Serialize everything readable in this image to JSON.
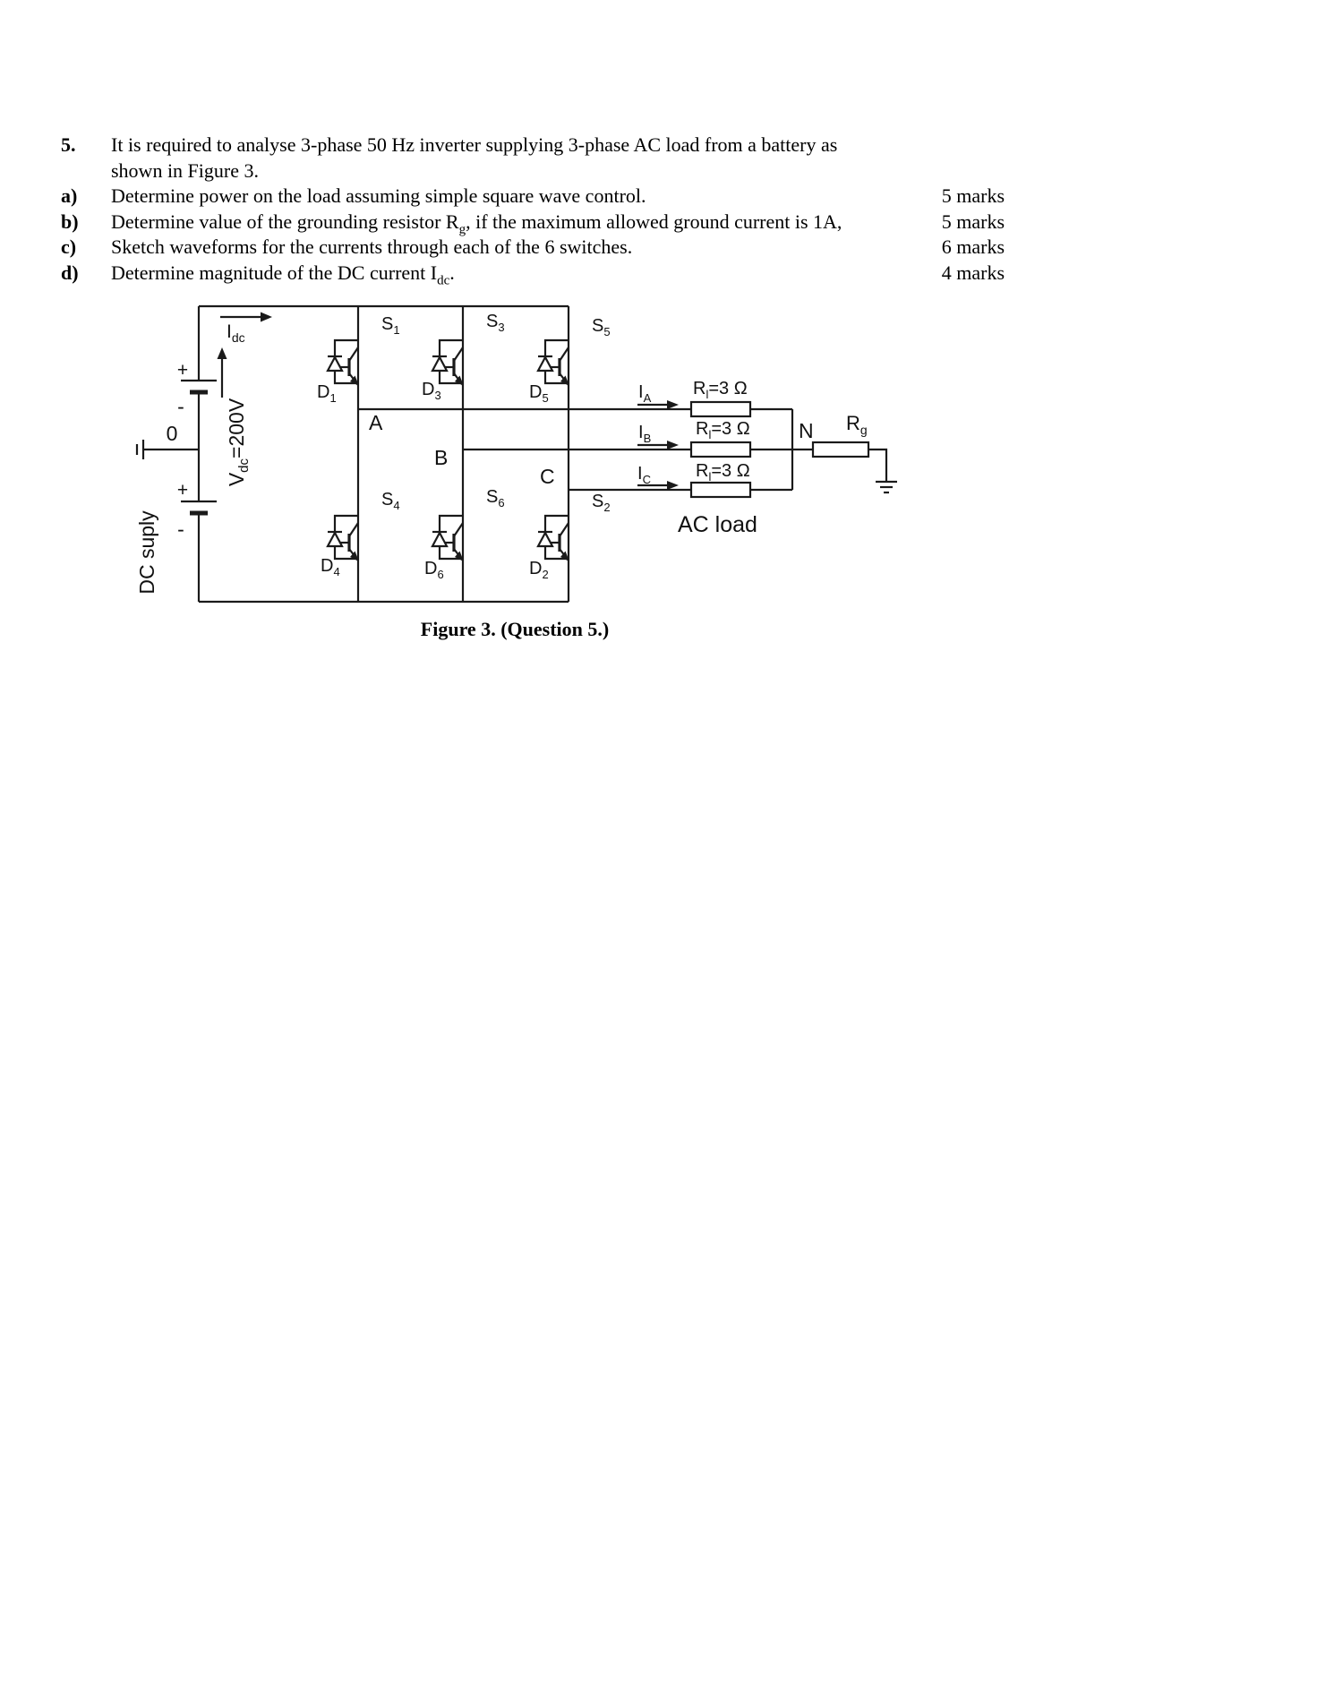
{
  "question": {
    "number": "5.",
    "intro": {
      "line1": "It is required to analyse 3-phase 50 Hz inverter supplying 3-phase AC load from a battery as",
      "line2": "shown in Figure 3."
    },
    "parts": [
      {
        "label": "a)",
        "before": "Determine power on the load assuming simple square wave control.",
        "sub": "",
        "after": "",
        "marks": "5 marks"
      },
      {
        "label": "b)",
        "before": "Determine value of the grounding resistor R",
        "sub": "g",
        "after": ", if the maximum allowed ground current is 1A,",
        "marks": "5 marks"
      },
      {
        "label": "c)",
        "before": "Sketch waveforms for the currents through each of the 6 switches.",
        "sub": "",
        "after": "",
        "marks": "6 marks"
      },
      {
        "label": "d)",
        "before": "Determine magnitude of the DC current I",
        "sub": "dc",
        "after": ".",
        "marks": "4 marks"
      }
    ]
  },
  "figure": {
    "caption": "Figure 3. (Question 5.)",
    "dc_supply_label": "DC suply",
    "zero_label": "0",
    "plus": "+",
    "minus": "-",
    "vdc": {
      "base": "V",
      "sub": "dc",
      "rest": "=200V"
    },
    "idc": {
      "base": "I",
      "sub": "dc"
    },
    "phase_a": "A",
    "phase_b": "B",
    "phase_c": "C",
    "neutral": "N",
    "ac_load": "AC load",
    "currents": {
      "ia": {
        "base": "I",
        "sub": "A"
      },
      "ib": {
        "base": "I",
        "sub": "B"
      },
      "ic": {
        "base": "I",
        "sub": "C"
      }
    },
    "load_resistors": {
      "a": {
        "base": "R",
        "sub": "l",
        "rest": "=3 Ω"
      },
      "b": {
        "base": "R",
        "sub": "l",
        "rest": "=3 Ω"
      },
      "c": {
        "base": "R",
        "sub": "l",
        "rest": "=3 Ω"
      }
    },
    "rg": {
      "base": "R",
      "sub": "g"
    },
    "switches": {
      "s1": {
        "base": "S",
        "sub": "1"
      },
      "s3": {
        "base": "S",
        "sub": "3"
      },
      "s5": {
        "base": "S",
        "sub": "5"
      },
      "s4": {
        "base": "S",
        "sub": "4"
      },
      "s6": {
        "base": "S",
        "sub": "6"
      },
      "s2": {
        "base": "S",
        "sub": "2"
      }
    },
    "diodes": {
      "d1": {
        "base": "D",
        "sub": "1"
      },
      "d3": {
        "base": "D",
        "sub": "3"
      },
      "d5": {
        "base": "D",
        "sub": "5"
      },
      "d4": {
        "base": "D",
        "sub": "4"
      },
      "d6": {
        "base": "D",
        "sub": "6"
      },
      "d2": {
        "base": "D",
        "sub": "2"
      }
    }
  }
}
